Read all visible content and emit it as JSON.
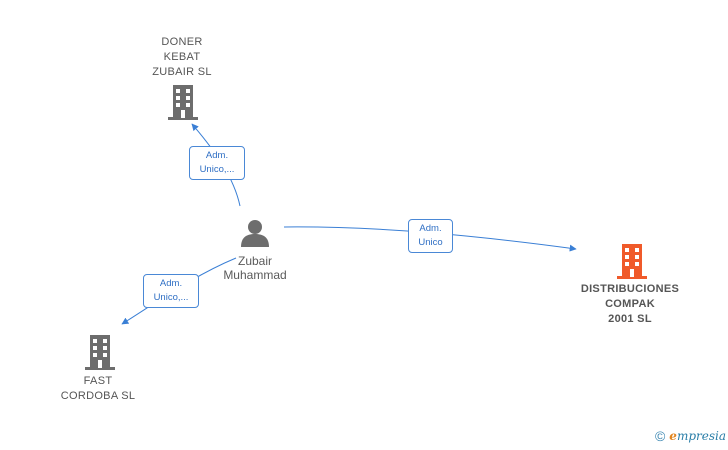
{
  "nodes": {
    "doner": {
      "label_lines": [
        "DONER",
        "KEBAT",
        "ZUBAIR  SL"
      ],
      "color": "#6d6d6d"
    },
    "person": {
      "label_lines": [
        "Zubair",
        "Muhammad"
      ],
      "color": "#6d6d6d"
    },
    "distribuciones": {
      "label_lines": [
        "DISTRIBUCIONES",
        "COMPAK",
        "2001  SL"
      ],
      "color": "#f05a2a"
    },
    "fast": {
      "label_lines": [
        "FAST",
        "CORDOBA  SL"
      ],
      "color": "#6d6d6d"
    }
  },
  "edges": {
    "to_doner": {
      "label_lines": [
        "Adm.",
        "Unico,..."
      ]
    },
    "to_distribuciones": {
      "label_lines": [
        "Adm.",
        "Unico"
      ]
    },
    "to_fast": {
      "label_lines": [
        "Adm.",
        "Unico,..."
      ]
    }
  },
  "colors": {
    "edge": "#3a7fd5",
    "edge_label_border": "#4a88d6"
  },
  "footer": {
    "copyright_symbol": "©",
    "brand_first": "e",
    "brand_rest": "mpresia"
  }
}
